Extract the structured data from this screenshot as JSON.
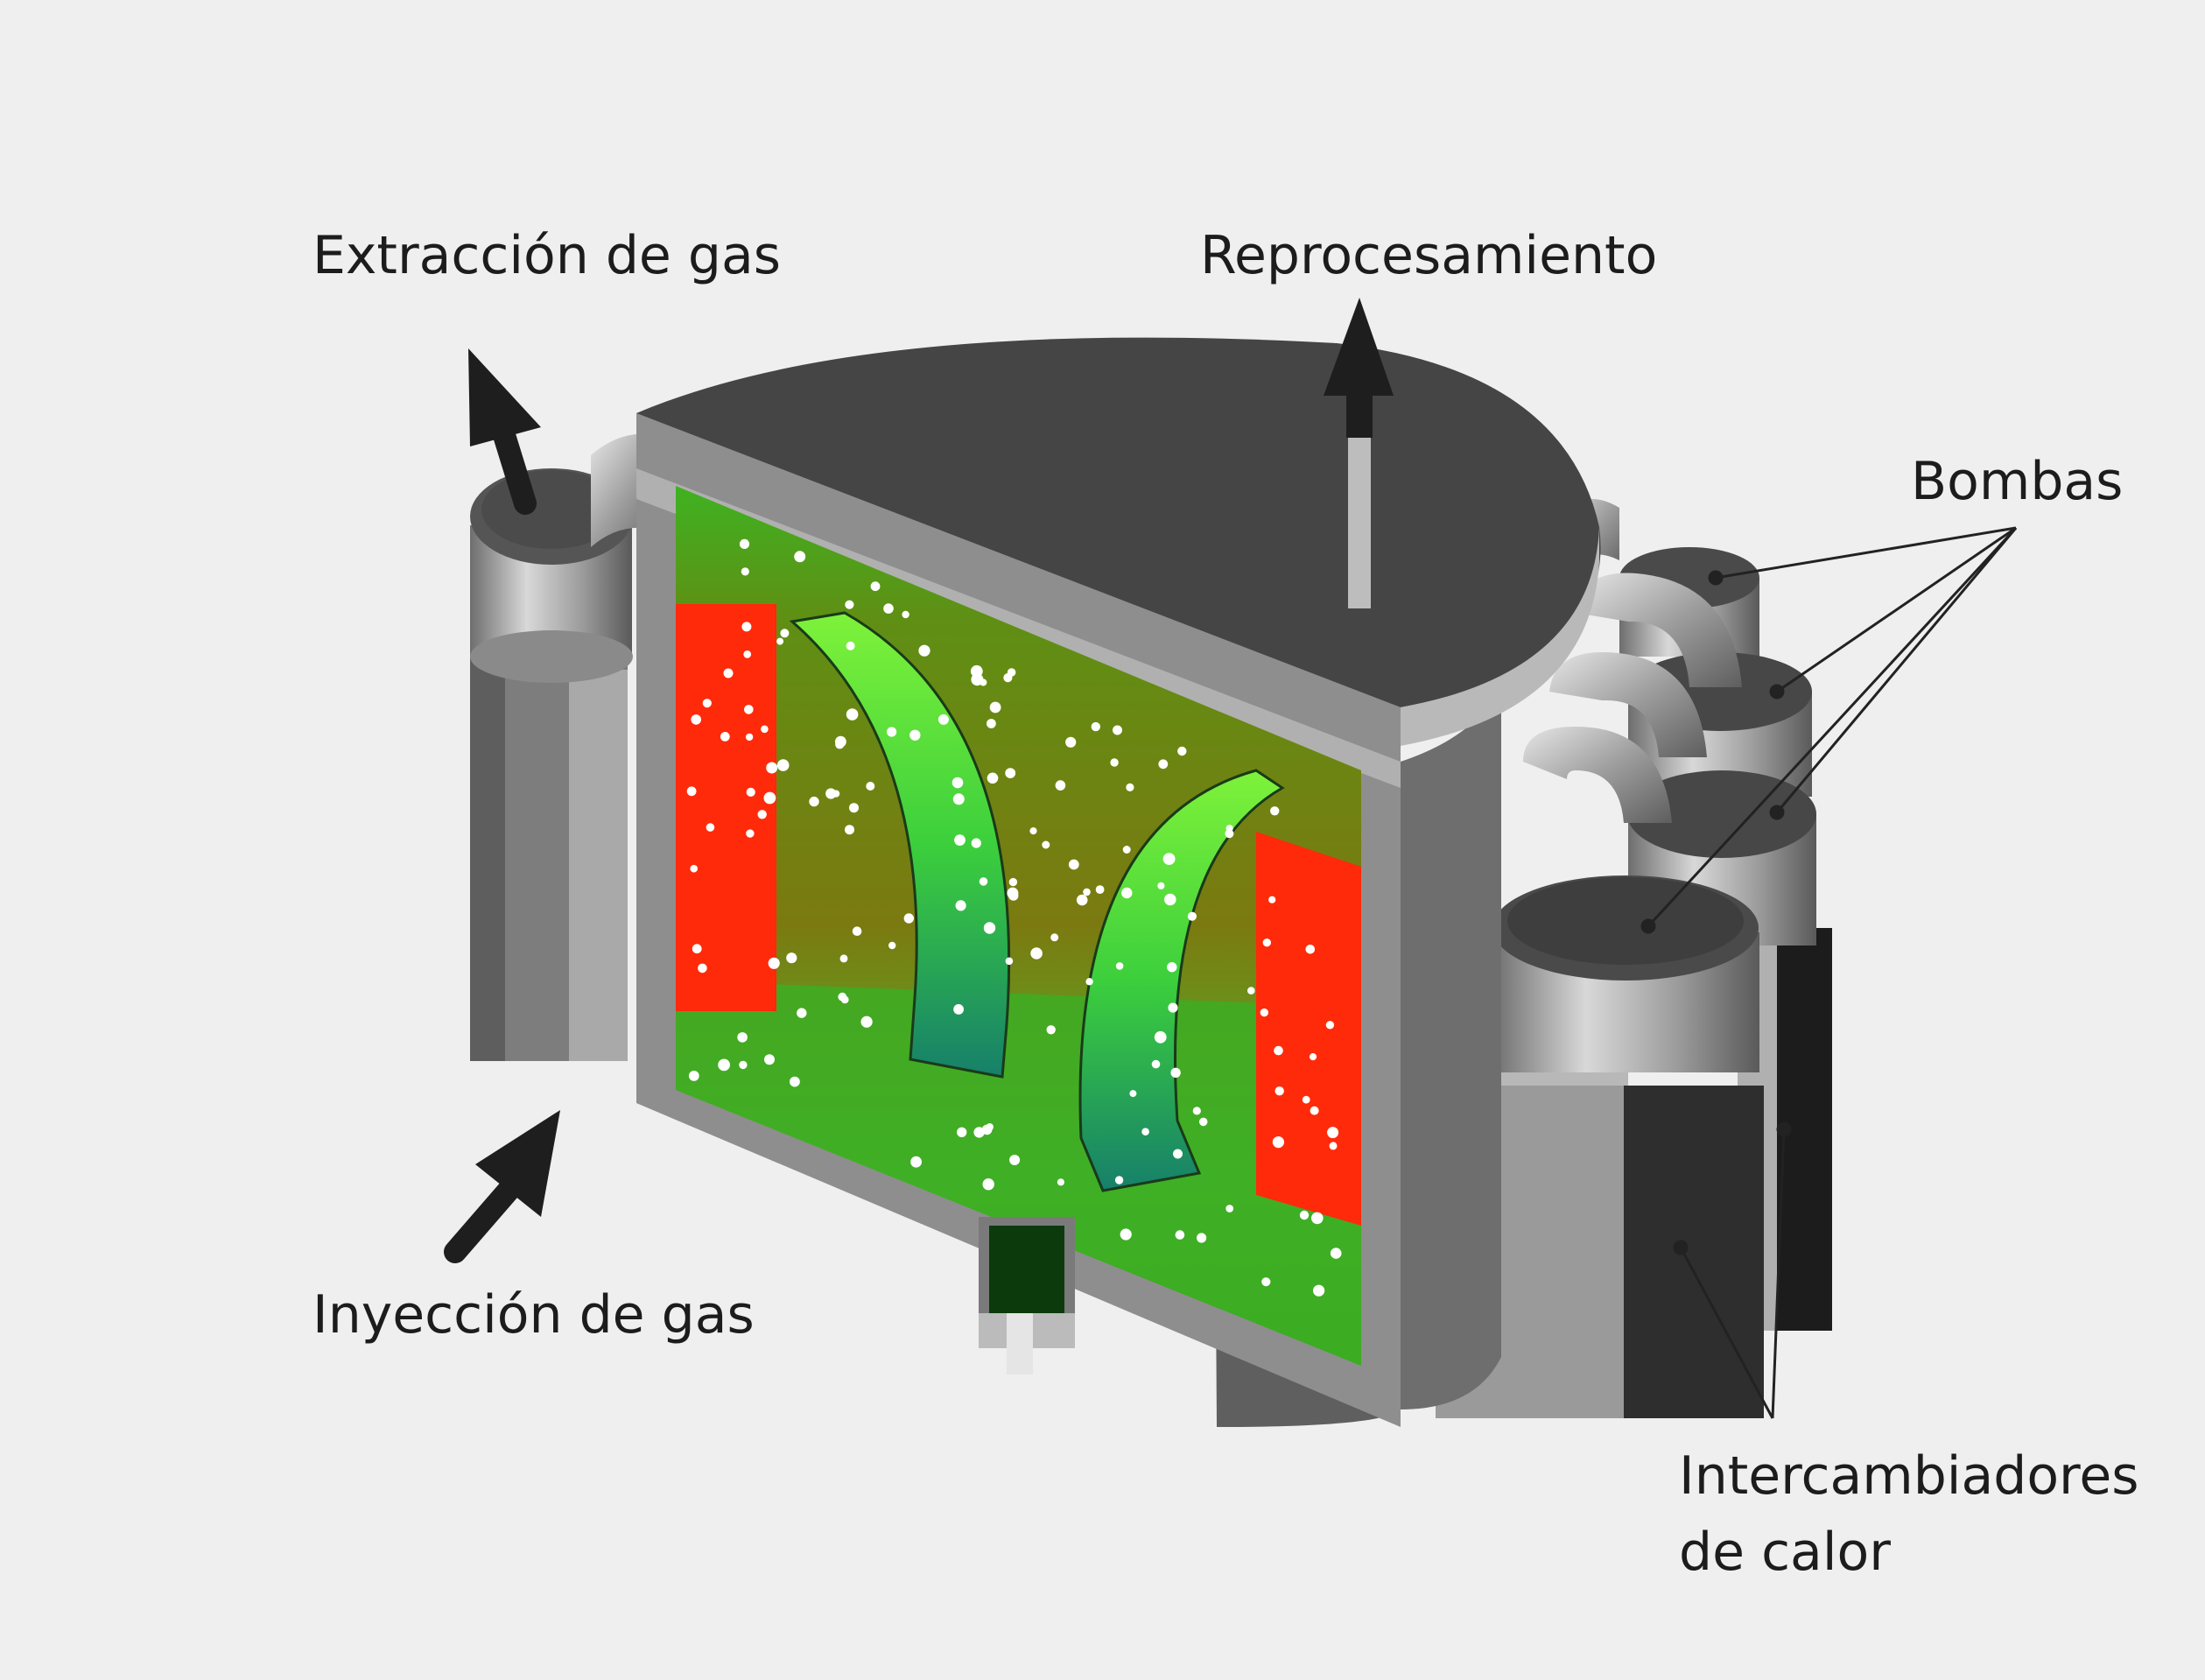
{
  "labels": {
    "gas_extraction": "Extracción de gas",
    "reprocessing": "Reprocesamiento",
    "pumps": "Bombas",
    "gas_injection": "Inyección de gas",
    "heat_exchangers_line1": "Intercambiadores",
    "heat_exchangers_line2": "de calor"
  },
  "colors": {
    "background": "#efefef",
    "housing_dark": "#454545",
    "housing_mid": "#7a7a7a",
    "housing_light": "#b3b3b3",
    "core_green": "#36b01e",
    "core_olive": "#6f7d12",
    "reflector_red": "#ff2a0a",
    "blade_green": "#3fcf3a",
    "bubble": "#ffffff",
    "arrow": "#1e1e1e"
  }
}
